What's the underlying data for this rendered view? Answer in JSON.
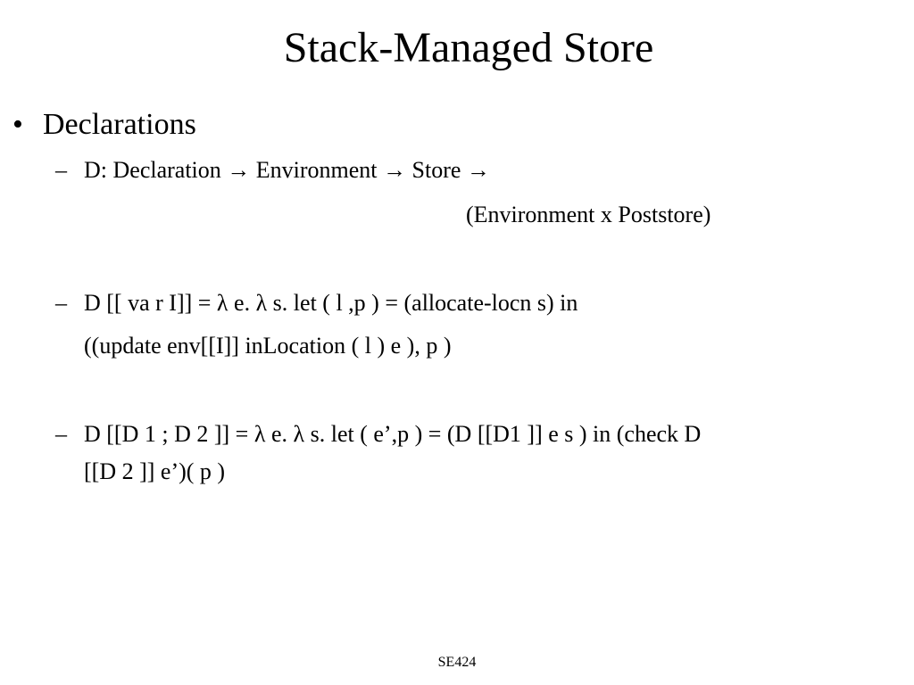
{
  "slide": {
    "title": "Stack-Managed Store",
    "bullet": {
      "marker": "•",
      "text": "Declarations"
    },
    "items": [
      {
        "dash": "–",
        "line1": "D: Declaration → Environment → Store →",
        "line2": "(Environment x Poststore)"
      },
      {
        "dash": "–",
        "line1": "D [[ va r I]] = λ e. λ s. let ( l ,p ) = (allocate-locn s) in",
        "line2": "((update env[[I]] inLocation ( l ) e ), p )"
      },
      {
        "dash": "–",
        "line1": "D [[D 1 ; D 2 ]] = λ e. λ s. let ( e’,p ) = (D [[D1 ]] e s ) in (check D",
        "line2": "[[D 2 ]] e’)( p )"
      }
    ],
    "footer": "SE424"
  }
}
